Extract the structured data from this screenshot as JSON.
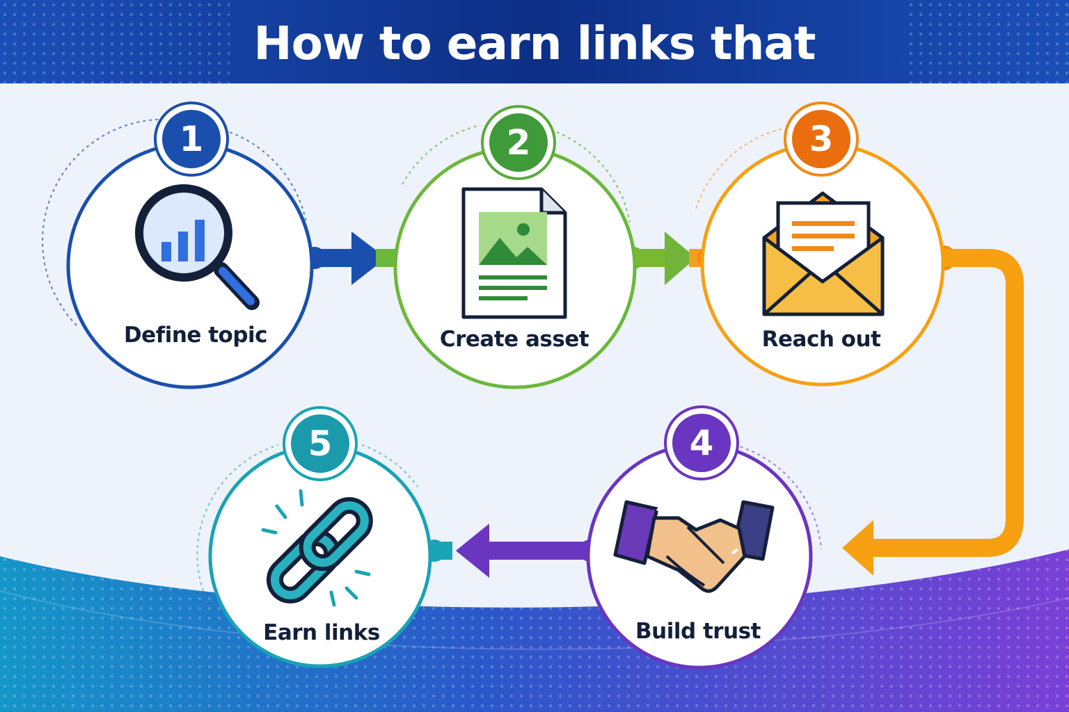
{
  "title": "How to earn links that",
  "steps": [
    {
      "number": "1",
      "label": "Define topic",
      "icon": "magnifier-bar-chart-icon",
      "color": "#1a4fae"
    },
    {
      "number": "2",
      "label": "Create asset",
      "icon": "document-image-icon",
      "color": "#5aab3a"
    },
    {
      "number": "3",
      "label": "Reach out",
      "icon": "envelope-letter-icon",
      "color": "#f08a12"
    },
    {
      "number": "4",
      "label": "Build trust",
      "icon": "handshake-icon",
      "color": "#6a35c0"
    },
    {
      "number": "5",
      "label": "Earn links",
      "icon": "chain-link-icon",
      "color": "#1aa3b5"
    }
  ]
}
